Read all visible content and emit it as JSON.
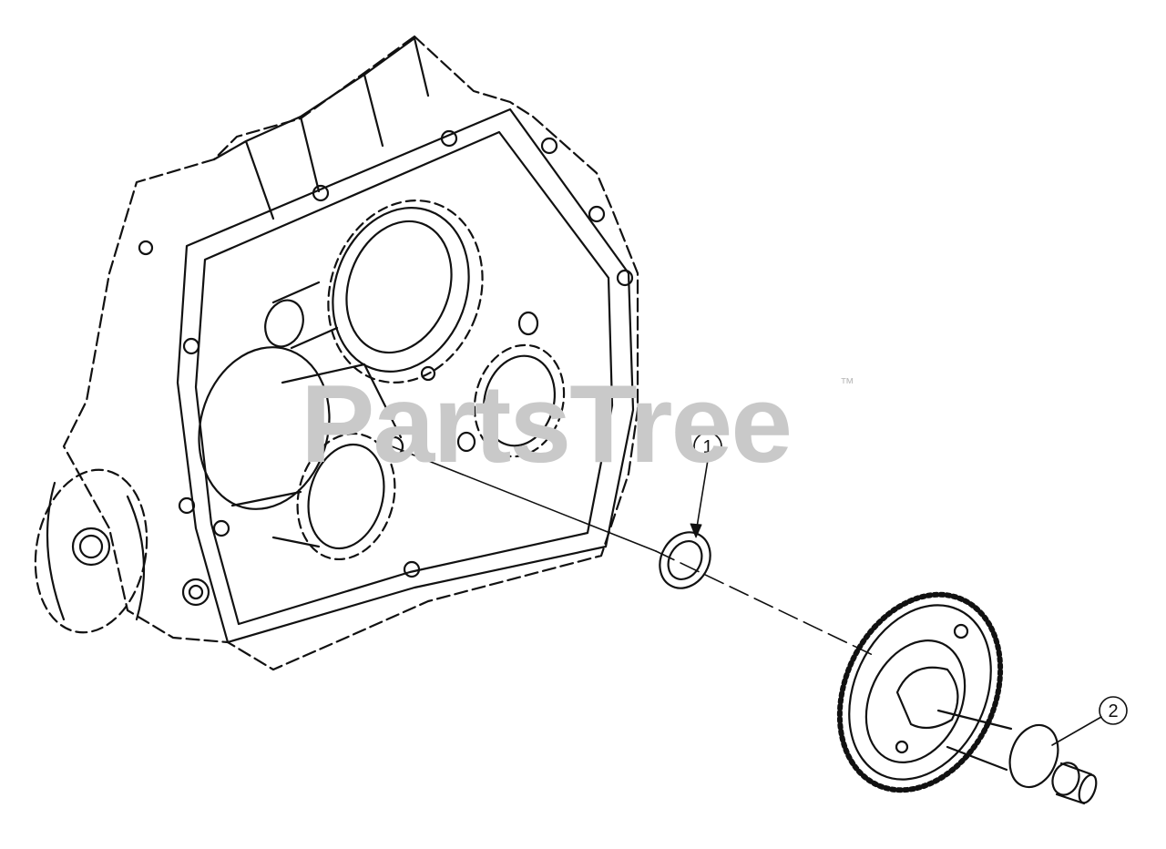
{
  "watermark": {
    "brand": "PartsTree",
    "trademark": "™"
  },
  "callouts": [
    {
      "id": 1,
      "label": "1"
    },
    {
      "id": 2,
      "label": "2"
    }
  ],
  "colors": {
    "ink": "#111111",
    "watermark": "#c9c9c9",
    "background": "#ffffff"
  }
}
